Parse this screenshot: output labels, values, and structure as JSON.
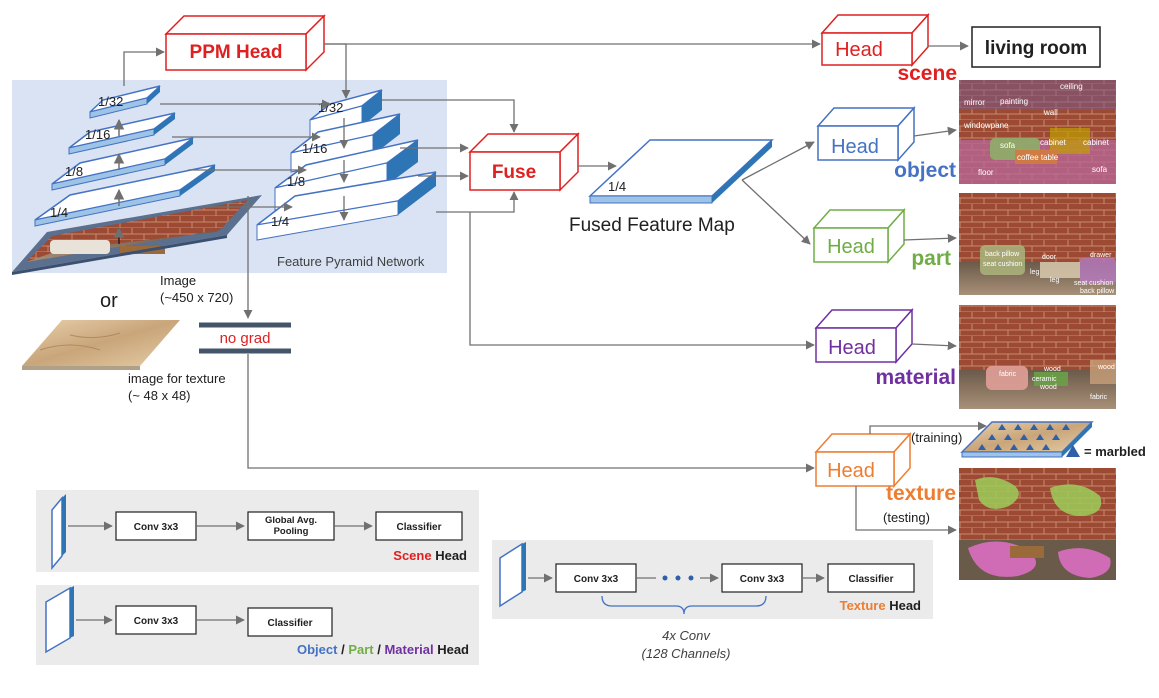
{
  "ppm_head": "PPM Head",
  "fpn_caption": "Feature Pyramid Network",
  "pyramid_left_labels": [
    "1/32",
    "1/16",
    "1/8",
    "1/4"
  ],
  "pyramid_right_labels": [
    "1/32",
    "1/16",
    "1/8",
    "1/4"
  ],
  "fuse": "Fuse",
  "fused_scale": "1/4",
  "fused_caption": "Fused Feature Map",
  "image_caption": [
    "Image",
    "(~450 x 720)"
  ],
  "or_text": "or",
  "texture_input_caption": [
    "image for texture",
    "(~ 48 x 48)"
  ],
  "no_grad": "no grad",
  "heads": {
    "scene": {
      "box": "Head",
      "task": "scene",
      "color": "#e02020"
    },
    "object": {
      "box": "Head",
      "task": "object",
      "color": "#4472c4"
    },
    "part": {
      "box": "Head",
      "task": "part",
      "color": "#70ad47"
    },
    "material": {
      "box": "Head",
      "task": "material",
      "color": "#7030a0"
    },
    "texture": {
      "box": "Head",
      "task": "texture",
      "color": "#ed7d31"
    }
  },
  "scene_output": "living room",
  "object_labels": [
    "mirror",
    "painting",
    "ceiling",
    "wall",
    "windowpane",
    "sofa",
    "cabinet",
    "cabinet",
    "coffee table",
    "floor",
    "sofa"
  ],
  "part_labels": [
    "back pillow",
    "door",
    "seat cushion",
    "drawer",
    "leg",
    "leg",
    "seat cushion",
    "back pillow"
  ],
  "material_labels": [
    "fabric",
    "wood",
    "ceramic",
    "wood",
    "wood",
    "fabric"
  ],
  "training_label": "(training)",
  "testing_label": "(testing)",
  "marbled_legend": "= marbled",
  "scene_head_detail": {
    "steps": [
      "Conv 3x3",
      "Global Avg. Pooling",
      "Classifier"
    ],
    "title_colored": "Scene",
    "title_rest": " Head"
  },
  "opm_head_detail": {
    "steps": [
      "Conv 3x3",
      "Classifier"
    ],
    "title_parts": [
      "Object",
      " / ",
      "Part",
      " / ",
      "Material",
      " Head"
    ]
  },
  "texture_head_detail": {
    "steps": [
      "Conv 3x3",
      "Conv 3x3",
      "Classifier"
    ],
    "title_colored": "Texture",
    "title_rest": " Head",
    "brace_caption": [
      "4x Conv",
      "(128 Channels)"
    ]
  },
  "colors": {
    "red": "#e02020",
    "blue": "#4472c4",
    "green": "#70ad47",
    "purple": "#7030a0",
    "orange": "#ed7d31",
    "fpn_bg": "#dae3f3",
    "panel_bg": "#ebebeb",
    "arrow": "#707070"
  }
}
